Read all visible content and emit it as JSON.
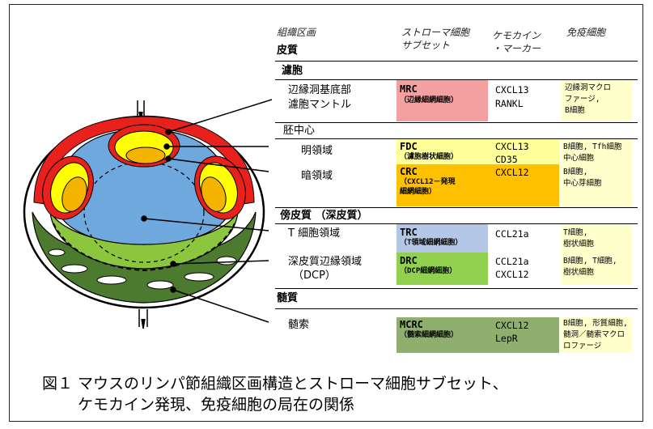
{
  "headers": {
    "tissue": "組織区画",
    "stromal": [
      "ストローマ細胞",
      "サブセット"
    ],
    "chemokine": [
      "ケモカイン",
      "・マーカー"
    ],
    "immune": "免疫細胞"
  },
  "sections": {
    "cortex": "皮質",
    "follicle": "濾胞",
    "paracortex": "傍皮質 （深皮質）",
    "medulla": "髄質"
  },
  "rows": {
    "mrc": {
      "tissue": [
        "辺縁洞基底部",
        "濾胞マントル"
      ],
      "abbr": "MRC",
      "full": [
        "（辺縁細網細胞）"
      ],
      "chem": [
        "CXCL13",
        "RANKL"
      ],
      "immune": [
        "辺縁洞マクロ",
        "ファージ,",
        "B細胞"
      ],
      "color": "#f4a0a0"
    },
    "germinal_center": {
      "tissue": "胚中心"
    },
    "fdc": {
      "tissue": "明領域",
      "abbr": "FDC",
      "full": [
        "（濾胞樹状細胞）"
      ],
      "chem": [
        "CXCL13",
        "CD35"
      ],
      "immune": [
        "B細胞, Tfh細胞",
        "中心細胞"
      ],
      "color": "#ffff99"
    },
    "crc": {
      "tissue": "暗領域",
      "abbr": "CRC",
      "full": [
        "（CXCL12－発現",
        "細網細胞）"
      ],
      "chem": [
        "CXCL12"
      ],
      "immune": [
        "B細胞,",
        "中心芽細胞"
      ],
      "color": "#ffc000"
    },
    "trc": {
      "tissue": "T 細胞領域",
      "abbr": "TRC",
      "full": [
        "（T領域細網細胞）"
      ],
      "chem": [
        "CCL21a"
      ],
      "immune": [
        "T細胞,",
        "樹状細胞"
      ],
      "color": "#b4c7e7"
    },
    "drc": {
      "tissue": [
        "深皮質辺縁領域",
        "（DCP）"
      ],
      "abbr": "DRC",
      "full": [
        "（DCP細網細胞）"
      ],
      "chem": [
        "CCL21a",
        "CXCL12"
      ],
      "immune": [
        "B細胞, T細胞,",
        "樹状細胞"
      ],
      "color": "#92d050"
    },
    "mcrc": {
      "tissue": "髄索",
      "abbr": "MCRC",
      "full": [
        "（髄索細網細胞）"
      ],
      "chem": [
        "CXCL12",
        "LepR"
      ],
      "immune": [
        "B細胞, 形質細胞,",
        "髄洞／髄索マクロ",
        "ロファージ"
      ],
      "color": "#8faf6e"
    }
  },
  "caption": [
    "図１ マウスのリンパ節組織区画構造とストローマ細胞サブセット、",
    "ケモカイン発現、免疫細胞の局在の関係"
  ],
  "colors": {
    "marginal_red": "#e8211c",
    "light_zone_yellow": "#ffff00",
    "dark_zone_orange": "#f5b400",
    "t_zone_blue": "#6ea8dc",
    "dcp_green": "#8cc63e",
    "medulla_green": "#4c7a2f",
    "immune_cell_bg": "#ffffcc"
  }
}
